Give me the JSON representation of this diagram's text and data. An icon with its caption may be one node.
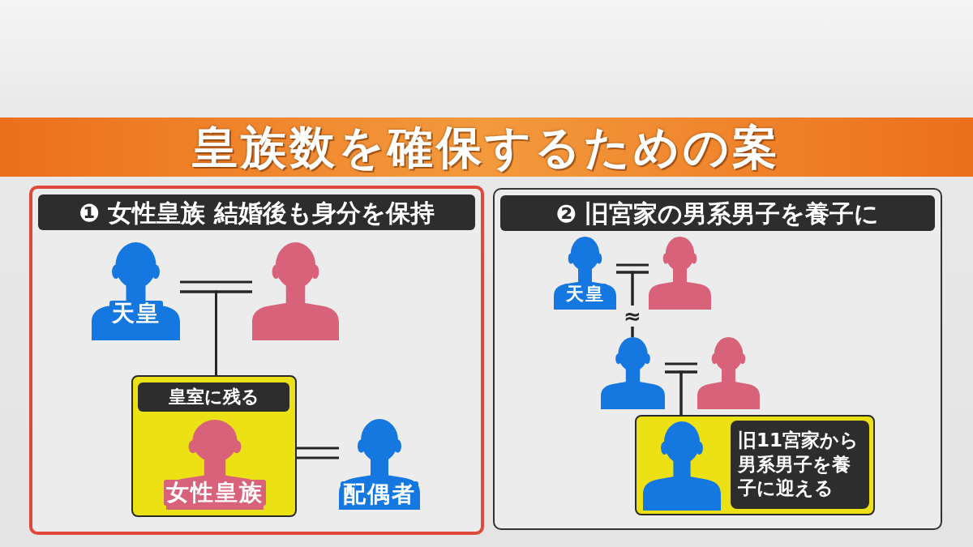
{
  "diagram": {
    "title": "**皇族数**を確保するための案",
    "nodes": [
      {
        "text": [
          "❶ 女性皇族 結婚後も身分を保持"
        ]
      },
      {
        "text": [
          "天皇"
        ],
        "in": 0
      },
      {
        "text": [],
        "shape": "person",
        "in": 0
      },
      {
        "text": [
          "皇室に残る"
        ],
        "in": 0
      },
      {
        "text": [
          "女性皇族"
        ],
        "in": 3
      },
      {
        "text": [
          "配偶者"
        ],
        "in": 0
      },
      {
        "text": [
          "❷ 旧宮家の男系男子を養子に"
        ]
      },
      {
        "text": [
          "天皇"
        ],
        "in": 6
      },
      {
        "text": [],
        "shape": "person",
        "in": 6
      },
      {
        "text": [],
        "shape": "person",
        "in": 6
      },
      {
        "text": [],
        "shape": "person",
        "in": 6
      },
      {
        "text": [],
        "shape": "box",
        "in": 6
      },
      {
        "text": [],
        "shape": "person",
        "in": 11
      },
      {
        "text": [
          "旧11宮家から男系男子を養子に迎える"
        ],
        "in": 11
      }
    ],
    "edges": [
      {
        "from": 1,
        "to": 2,
        "arrow": "none"
      },
      {
        "from": 1,
        "to": 3,
        "arrow": "none"
      },
      {
        "from": 2,
        "to": 3,
        "arrow": "none"
      },
      {
        "from": 3,
        "to": 5,
        "arrow": "none"
      },
      {
        "from": 7,
        "to": 8,
        "arrow": "none"
      },
      {
        "from": 7,
        "to": 9,
        "arrow": "none",
        "label": "≈"
      },
      {
        "from": 8,
        "to": 9,
        "arrow": "none"
      },
      {
        "from": 9,
        "to": 10,
        "arrow": "none"
      },
      {
        "from": 9,
        "to": 11,
        "arrow": "none"
      },
      {
        "from": 10,
        "to": 11,
        "arrow": "none"
      }
    ]
  }
}
